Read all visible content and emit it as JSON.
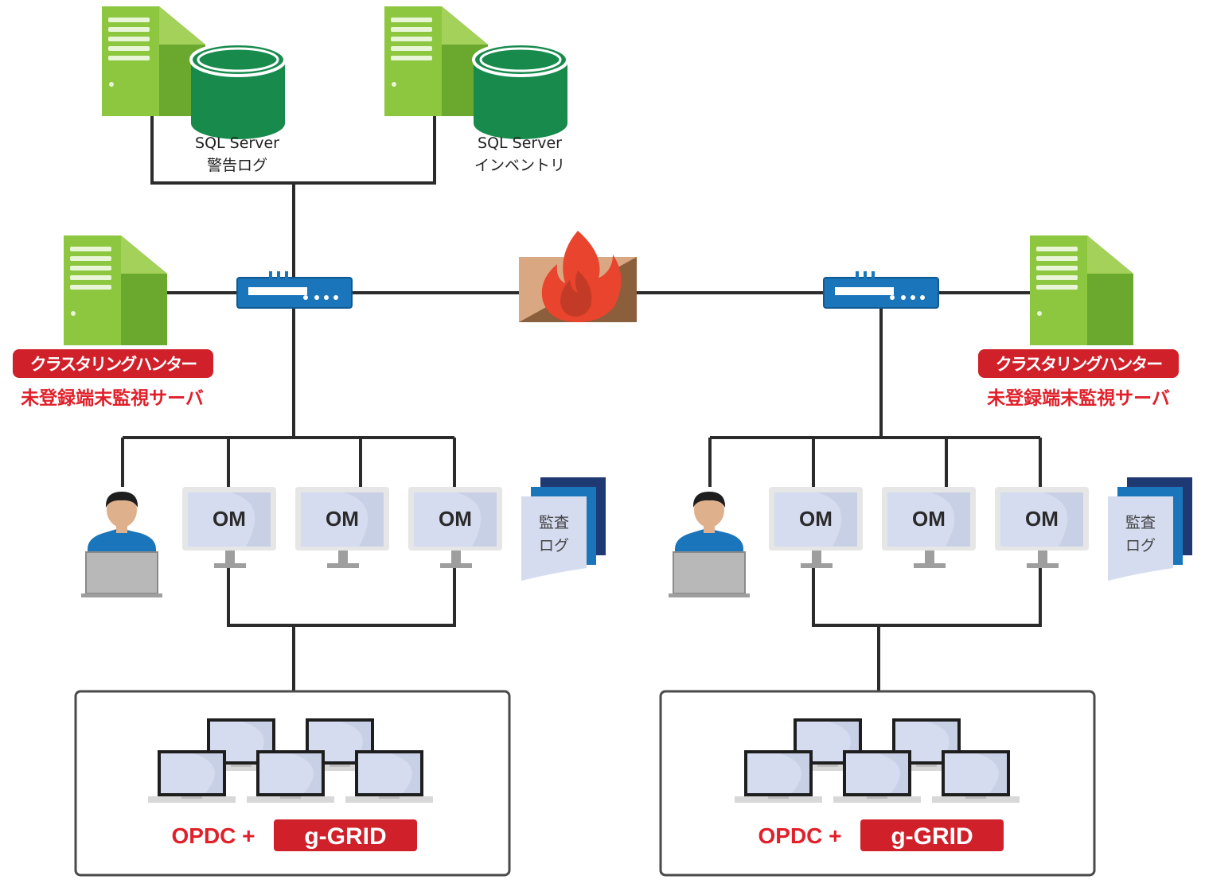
{
  "databases": [
    {
      "line1": "SQL Server",
      "line2": "警告ログ"
    },
    {
      "line1": "SQL Server",
      "line2": "インベントリ"
    }
  ],
  "sites": [
    {
      "cluster_badge": "クラスタリングハンター",
      "server_label": "未登録端末監視サーバ",
      "om_nodes": [
        "OM",
        "OM",
        "OM"
      ],
      "audit_log": {
        "line1": "監査",
        "line2": "ログ"
      },
      "client_product": "OPDC +",
      "client_badge": "g-GRID"
    },
    {
      "cluster_badge": "クラスタリングハンター",
      "server_label": "未登録端末監視サーバ",
      "om_nodes": [
        "OM",
        "OM",
        "OM"
      ],
      "audit_log": {
        "line1": "監査",
        "line2": "ログ"
      },
      "client_product": "OPDC +",
      "client_badge": "g-GRID"
    }
  ],
  "colors": {
    "server_green": "#8dc63f",
    "db_green": "#178a4c",
    "switch_blue": "#1b75bb",
    "firewall_tan": "#d9a882",
    "firewall_brown": "#8b5e3c",
    "flame_red": "#e8442e",
    "badge_red": "#d0202a",
    "accent_red": "#e0202a",
    "monitor_screen": "#d5dcef",
    "audit_dark": "#1f3a73"
  },
  "icons": [
    "server-icon",
    "database-icon",
    "switch-icon",
    "firewall-icon",
    "operator-icon",
    "monitor-icon",
    "laptop-icon",
    "document-stack-icon"
  ]
}
